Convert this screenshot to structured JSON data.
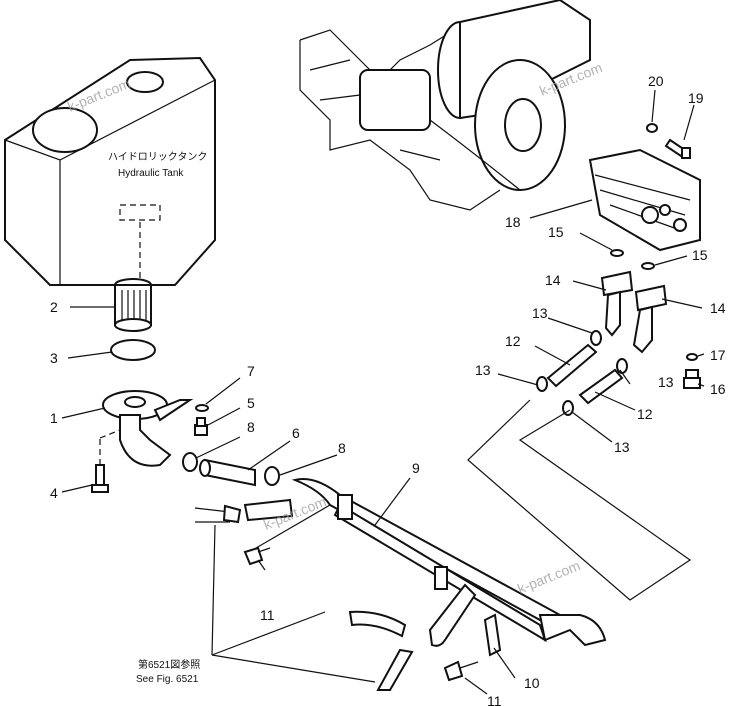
{
  "diagram": {
    "tank": {
      "label_jp": "ハイドロリックタンク",
      "label_en": "Hydraulic Tank"
    },
    "see_fig": {
      "label_jp": "第6521図参照",
      "label_en": "See Fig. 6521"
    },
    "watermarks": [
      "k-part.com",
      "k-part.com",
      "k-part.com",
      "k-part.com"
    ],
    "callouts": [
      "1",
      "2",
      "3",
      "4",
      "5",
      "6",
      "7",
      "8",
      "8",
      "9",
      "10",
      "11",
      "11",
      "12",
      "12",
      "13",
      "13",
      "13",
      "13",
      "14",
      "14",
      "15",
      "15",
      "16",
      "17",
      "18",
      "19",
      "20"
    ]
  }
}
